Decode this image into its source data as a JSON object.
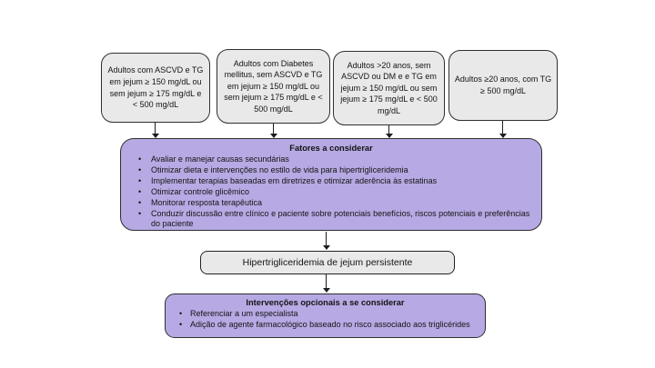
{
  "colors": {
    "background": "#ffffff",
    "box_gray_fill": "#e9e9e9",
    "box_purple_fill": "#b7a9e3",
    "border": "#2f2f2f",
    "text": "#141414"
  },
  "top_boxes": [
    {
      "text": "Adultos com ASCVD e TG em jejum ≥ 150 mg/dL ou sem jejum ≥ 175 mg/dL e < 500 mg/dL"
    },
    {
      "text": "Adultos com Diabetes mellitus, sem ASCVD e TG em jejum ≥ 150 mg/dL ou sem jejum ≥ 175 mg/dL e < 500 mg/dL"
    },
    {
      "text": "Adultos >20 anos, sem ASCVD ou DM e e TG em jejum ≥ 150 mg/dL ou sem jejum ≥ 175 mg/dL e < 500 mg/dL"
    },
    {
      "text": "Adultos ≥20 anos, com TG ≥ 500 mg/dL"
    }
  ],
  "factors_box": {
    "title": "Fatores a considerar",
    "bullets": [
      "Avaliar e manejar causas secundárias",
      "Otimizar dieta e intervenções no estilo de vida para hipertrigliceridemia",
      "Implementar terapias baseadas em diretrizes e otimizar aderência às estatinas",
      "Otimizar controle glicêmico",
      "Monitorar resposta terapêutica",
      "Conduzir discussão entre clínico e paciente sobre potenciais benefícios, riscos potenciais e preferências do paciente"
    ]
  },
  "persistent_box": {
    "label": "Hipertrigliceridemia de jejum persistente"
  },
  "interventions_box": {
    "title": "Intervenções opcionais a se considerar",
    "bullets": [
      "Referenciar a um especialista",
      "Adição de agente farmacológico baseado no risco associado aos triglicérides"
    ]
  }
}
